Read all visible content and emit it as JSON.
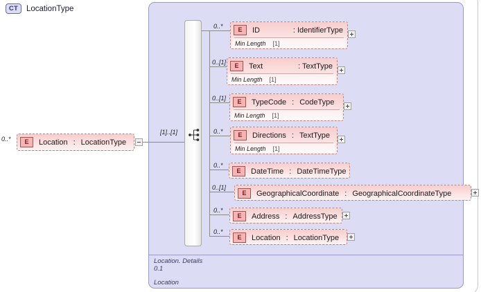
{
  "diagram": {
    "title": "LocationType",
    "type_badge": "CT",
    "root": {
      "cardinality": "0..*",
      "badge": "E",
      "name": "Location",
      "separator": ":",
      "type": "LocationType",
      "toggle": "collapse"
    },
    "compositor": {
      "kind": "sequence",
      "cardinality": "[1]..[1]"
    },
    "elements": [
      {
        "cardinality": "0..*",
        "badge": "E",
        "name": "ID",
        "separator": ":",
        "type": "IdentifierType",
        "facet_name": "Min Length",
        "facet_value": "[1]",
        "expand": "+"
      },
      {
        "cardinality": "0..[1]",
        "badge": "E",
        "name": "Text",
        "separator": ":",
        "type": "TextType",
        "facet_name": "Min Length",
        "facet_value": "[1]",
        "expand": "+"
      },
      {
        "cardinality": "0..[1]",
        "badge": "E",
        "name": "TypeCode",
        "separator": ":",
        "type": "CodeType",
        "facet_name": "Min Length",
        "facet_value": "[1]",
        "expand": "+"
      },
      {
        "cardinality": "0..*",
        "badge": "E",
        "name": "Directions",
        "separator": ":",
        "type": "TextType",
        "facet_name": "Min Length",
        "facet_value": "[1]",
        "expand": "+"
      },
      {
        "cardinality": "0..*",
        "badge": "E",
        "name": "DateTime",
        "separator": ":",
        "type": "DateTimeType",
        "facet_name": null,
        "facet_value": null,
        "expand": null
      },
      {
        "cardinality": "0..[1]",
        "badge": "E",
        "name": "GeographicalCoordinate",
        "separator": ":",
        "type": "GeographicalCoordinateType",
        "facet_name": null,
        "facet_value": null,
        "expand": "+"
      },
      {
        "cardinality": "0..*",
        "badge": "E",
        "name": "Address",
        "separator": ":",
        "type": "AddressType",
        "facet_name": null,
        "facet_value": null,
        "expand": "+"
      },
      {
        "cardinality": "0..*",
        "badge": "E",
        "name": "Location",
        "separator": ":",
        "type": "LocationType",
        "facet_name": null,
        "facet_value": null,
        "expand": "+"
      }
    ],
    "annotation": {
      "line1": "Location. Details",
      "line2": "0.1",
      "line3": "Location"
    }
  },
  "colors": {
    "container_fill": "#dcdcf4",
    "container_border": "#9a9ac8",
    "element_fill": "#f7cdcd",
    "element_border": "#b08a8a",
    "wire": "#8a8a8a"
  }
}
